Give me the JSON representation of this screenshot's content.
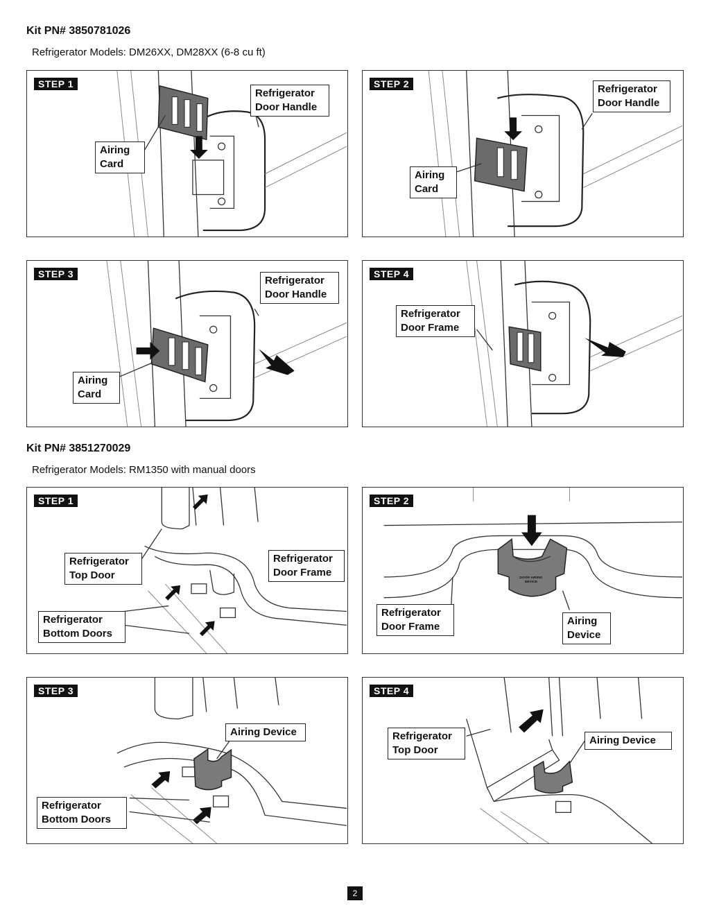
{
  "sections": [
    {
      "kit_title": "Kit PN# 3850781026",
      "models": "Refrigerator Models: DM26XX, DM28XX (6-8 cu ft)",
      "steps": [
        {
          "label": "STEP 1",
          "callouts": [
            "Refrigerator\nDoor Handle",
            "Airing\nCard"
          ]
        },
        {
          "label": "STEP 2",
          "callouts": [
            "Refrigerator\nDoor Handle",
            "Airing\nCard"
          ]
        },
        {
          "label": "STEP 3",
          "callouts": [
            "Refrigerator\nDoor Handle",
            "Airing\nCard"
          ]
        },
        {
          "label": "STEP 4",
          "callouts": [
            "Refrigerator\nDoor Frame"
          ]
        }
      ]
    },
    {
      "kit_title": "Kit PN# 3851270029",
      "models": "Refrigerator Models: RM1350 with manual doors",
      "steps": [
        {
          "label": "STEP 1",
          "callouts": [
            "Refrigerator\nTop Door",
            "Refrigerator\nDoor Frame",
            "Refrigerator\nBottom Doors"
          ]
        },
        {
          "label": "STEP 2",
          "callouts": [
            "Refrigerator\nDoor Frame",
            "Airing\nDevice"
          ],
          "device_text": "DOOR AIRING\nDEVICE"
        },
        {
          "label": "STEP 3",
          "callouts": [
            "Airing Device",
            "Refrigerator\nBottom Doors"
          ]
        },
        {
          "label": "STEP 4",
          "callouts": [
            "Refrigerator\nTop Door",
            "Airing Device"
          ]
        }
      ]
    }
  ],
  "page_number": "2"
}
